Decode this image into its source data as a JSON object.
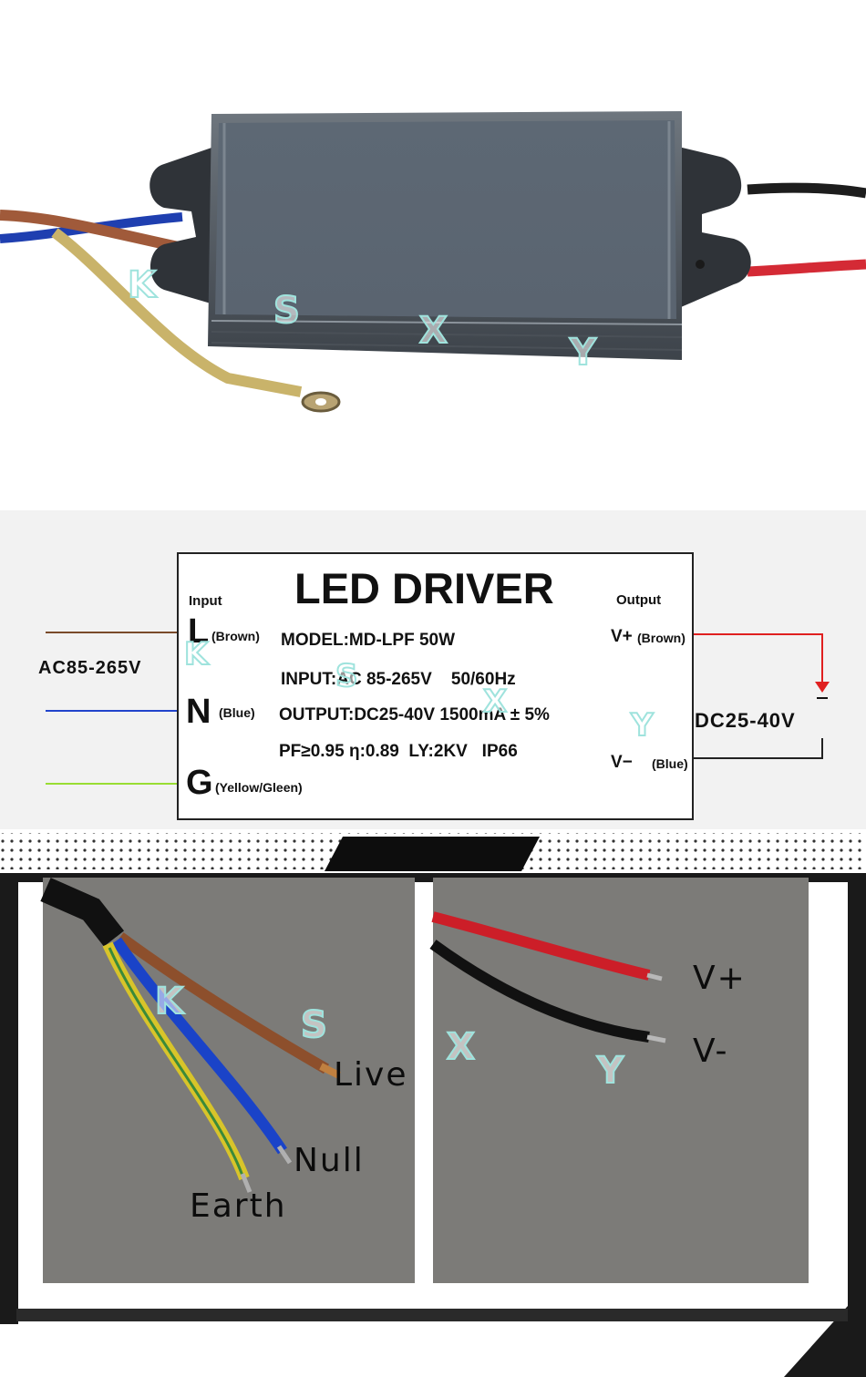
{
  "label": {
    "title": "LED DRIVER",
    "input_heading": "Input",
    "output_heading": "Output",
    "input_range": "AC85-265V",
    "terminals": [
      {
        "letter": "L",
        "color_note": "(Brown)"
      },
      {
        "letter": "N",
        "color_note": "(Blue)"
      },
      {
        "letter": "G",
        "color_note": "(Yellow/Gleen)"
      }
    ],
    "specs": {
      "model": "MODEL:MD-LPF 50W",
      "input": "INPUT:AC 85-265V    50/60Hz",
      "output": "OUTPUT:DC25-40V 1500mA ± 5%",
      "misc": "PF≥0.95 η:0.89  LY:2KV   IP66"
    },
    "outputs": {
      "positive": "V+",
      "positive_note": "(Brown)",
      "negative": "V−",
      "negative_note": "(Blue)",
      "voltage": "DC25-40V"
    },
    "wire_colors": {
      "brown": "#7a4a2a",
      "blue": "#2244cc",
      "green": "#99dd33",
      "red": "#e02020"
    }
  },
  "wire_labels": {
    "live": "Live",
    "null": "Null",
    "earth": "Earth",
    "v_plus": "V+",
    "v_minus": "V-"
  },
  "watermark": [
    "K",
    "S",
    "X",
    "Y"
  ]
}
